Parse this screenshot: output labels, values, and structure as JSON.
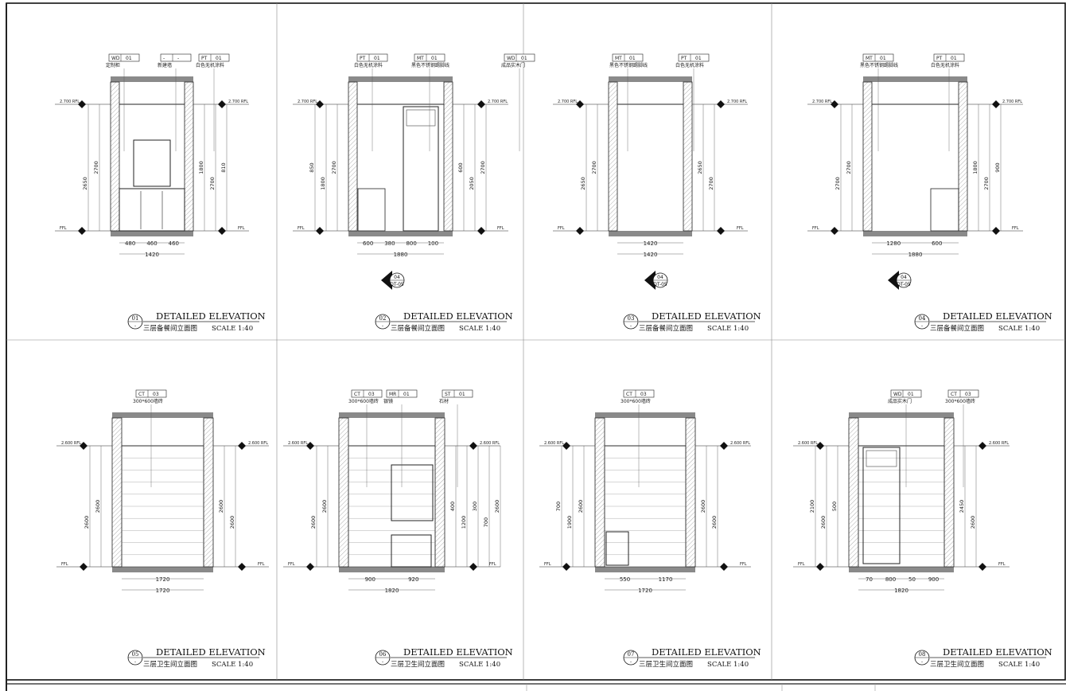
{
  "sheet": {
    "panels": [
      {
        "number": "01",
        "sub_number": "-",
        "title": "DETAILED ELEVATION",
        "room": "三层备餐间立面图",
        "scale": "SCALE 1:40",
        "tags": [
          {
            "code": "WD",
            "num": "01",
            "desc": "定制柜"
          },
          {
            "code": "-",
            "num": "-",
            "desc": "新建墙"
          },
          {
            "code": "PT",
            "num": "01",
            "desc": "白色无机涂料"
          }
        ],
        "level_top": "2.700 RFL",
        "level_bottom": "FFL",
        "dims_left": [
          "2700",
          "2650"
        ],
        "dims_right": [
          "1800",
          "2700",
          "810"
        ],
        "dims_bottom_row1": [
          "480",
          "460",
          "460"
        ],
        "dims_bottom_row2": [
          "1420"
        ],
        "section_mark": null
      },
      {
        "number": "02",
        "sub_number": "-",
        "title": "DETAILED ELEVATION",
        "room": "三层备餐间立面图",
        "scale": "SCALE 1:40",
        "tags": [
          {
            "code": "PT",
            "num": "01",
            "desc": "白色无机涂料"
          },
          {
            "code": "MT",
            "num": "01",
            "desc": "黑色不锈钢踢脚线"
          },
          {
            "code": "WD",
            "num": "01",
            "desc": "成品实木门"
          }
        ],
        "level_top": "2.700 RFL",
        "level_bottom": "FFL",
        "dims_left": [
          "2700",
          "1800",
          "850"
        ],
        "dims_right": [
          "600",
          "2050",
          "2700"
        ],
        "dims_bottom_row1": [
          "600",
          "380",
          "800",
          "100"
        ],
        "dims_bottom_row2": [
          "1880"
        ],
        "section_mark": {
          "num": "04",
          "ref": "DT-05"
        }
      },
      {
        "number": "03",
        "sub_number": "-",
        "title": "DETAILED ELEVATION",
        "room": "三层备餐间立面图",
        "scale": "SCALE 1:40",
        "tags": [
          {
            "code": "MT",
            "num": "01",
            "desc": "黑色不锈钢踢脚线"
          },
          {
            "code": "PT",
            "num": "01",
            "desc": "白色无机涂料"
          }
        ],
        "level_top": "2.700 RFL",
        "level_bottom": "FFL",
        "dims_left": [
          "2700",
          "2650"
        ],
        "dims_right": [
          "2650",
          "2700"
        ],
        "dims_bottom_row1": [
          "1420"
        ],
        "dims_bottom_row2": [
          "1420"
        ],
        "section_mark": {
          "num": "04",
          "ref": "DT-05"
        }
      },
      {
        "number": "04",
        "sub_number": "-",
        "title": "DETAILED ELEVATION",
        "room": "三层备餐间立面图",
        "scale": "SCALE 1:40",
        "tags": [
          {
            "code": "MT",
            "num": "01",
            "desc": "黑色不锈钢踢脚线"
          },
          {
            "code": "PT",
            "num": "01",
            "desc": "白色无机涂料"
          }
        ],
        "level_top": "2.700 RFL",
        "level_bottom": "FFL",
        "dims_left": [
          "2700",
          "2700"
        ],
        "dims_right": [
          "1800",
          "2700",
          "900"
        ],
        "dims_bottom_row1": [
          "1280",
          "600"
        ],
        "dims_bottom_row2": [
          "1880"
        ],
        "section_mark": {
          "num": "04",
          "ref": "DT-05"
        }
      },
      {
        "number": "05",
        "sub_number": "-",
        "title": "DETAILED ELEVATION",
        "room": "三层卫生间立面图",
        "scale": "SCALE 1:40",
        "tags": [
          {
            "code": "CT",
            "num": "03",
            "desc": "300*600墙砖"
          }
        ],
        "level_top": "2.600 RFL",
        "level_bottom": "FFL",
        "dims_left": [
          "2600",
          "2600"
        ],
        "dims_right": [
          "2600",
          "2600"
        ],
        "dims_bottom_row1": [
          "1720"
        ],
        "dims_bottom_row2": [
          "1720"
        ],
        "section_mark": null
      },
      {
        "number": "06",
        "sub_number": "-",
        "title": "DETAILED ELEVATION",
        "room": "三层卫生间立面图",
        "scale": "SCALE 1:40",
        "tags": [
          {
            "code": "CT",
            "num": "03",
            "desc": "300*600墙砖"
          },
          {
            "code": "MR",
            "num": "01",
            "desc": "银镜"
          },
          {
            "code": "ST",
            "num": "01",
            "desc": "石材"
          }
        ],
        "level_top": "2.600 RFL",
        "level_bottom": "FFL",
        "dims_left": [
          "2600",
          "2600"
        ],
        "dims_right": [
          "400",
          "1200",
          "300",
          "700",
          "2600"
        ],
        "dims_bottom_row1": [
          "900",
          "920"
        ],
        "dims_bottom_row2": [
          "1820"
        ],
        "section_mark": null
      },
      {
        "number": "07",
        "sub_number": "-",
        "title": "DETAILED ELEVATION",
        "room": "三层卫生间立面图",
        "scale": "SCALE 1:40",
        "tags": [
          {
            "code": "CT",
            "num": "03",
            "desc": "300*600墙砖"
          }
        ],
        "level_top": "2.600 RFL",
        "level_bottom": "FFL",
        "dims_left": [
          "2600",
          "1900",
          "700"
        ],
        "dims_right": [
          "2600",
          "2600"
        ],
        "dims_bottom_row1": [
          "550",
          "1170"
        ],
        "dims_bottom_row2": [
          "1720"
        ],
        "section_mark": null
      },
      {
        "number": "08",
        "sub_number": "-",
        "title": "DETAILED ELEVATION",
        "room": "三层卫生间立面图",
        "scale": "SCALE 1:40",
        "tags": [
          {
            "code": "WD",
            "num": "01",
            "desc": "成品实木门"
          },
          {
            "code": "CT",
            "num": "03",
            "desc": "300*600墙砖"
          }
        ],
        "level_top": "2.600 RFL",
        "level_bottom": "FFL",
        "dims_left": [
          "500",
          "2600",
          "2100"
        ],
        "dims_right": [
          "2450",
          "2600"
        ],
        "dims_bottom_row1": [
          "70",
          "800",
          "50",
          "900"
        ],
        "dims_bottom_row2": [
          "1820"
        ],
        "section_mark": null
      }
    ]
  }
}
